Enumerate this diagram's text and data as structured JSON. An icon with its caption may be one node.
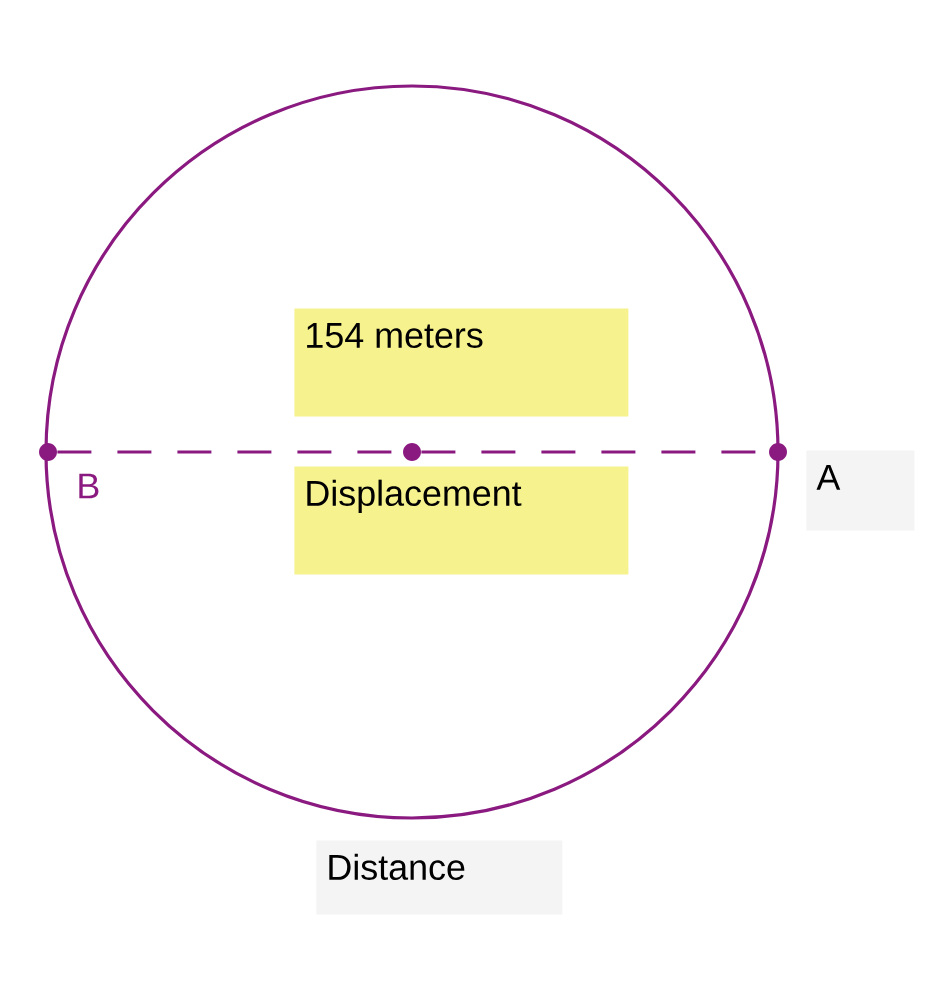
{
  "diagram": {
    "nodes": [
      {
        "text": [],
        "shape": "circle"
      },
      {
        "text": [],
        "shape": "circle",
        "beside": [
          "B"
        ]
      },
      {
        "text": [],
        "shape": "circle",
        "in": 0
      },
      {
        "text": [],
        "shape": "circle"
      },
      {
        "text": [
          "154 meters"
        ],
        "in": 0
      },
      {
        "text": [
          "Displacement"
        ],
        "in": 0
      },
      {
        "text": [
          "A"
        ]
      },
      {
        "text": [
          "Distance"
        ]
      }
    ],
    "edges": [
      {
        "from": 1,
        "to": 2,
        "arrow": "none",
        "style": "dashed"
      },
      {
        "from": 2,
        "to": 3,
        "arrow": "none",
        "style": "dashed"
      }
    ]
  }
}
